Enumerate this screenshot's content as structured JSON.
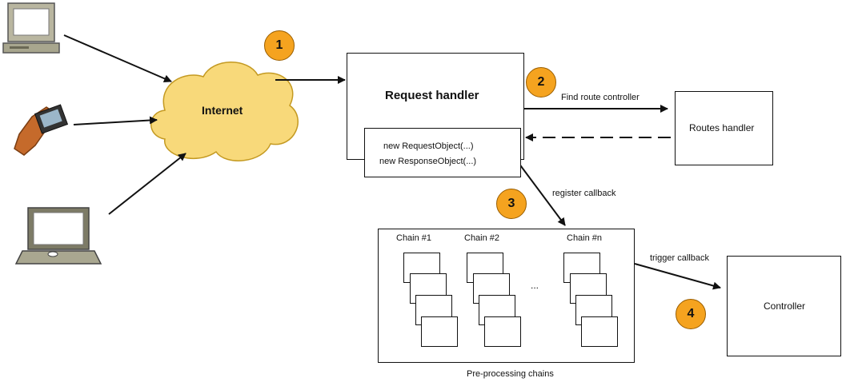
{
  "nodes": {
    "internet": "Internet",
    "request_handler": "Request handler",
    "request_object": "new RequestObject(...)",
    "response_object": "new ResponseObject(...)",
    "routes_handler": "Routes handler",
    "controller": "Controller",
    "chains_caption": "Pre-processing chains",
    "chain_1": "Chain #1",
    "chain_2": "Chain #2",
    "chain_n": "Chain #n",
    "ellipsis": "..."
  },
  "edges": {
    "find_route": "Find route controller",
    "register_callback": "register callback",
    "trigger_callback": "trigger callback"
  },
  "steps": [
    "1",
    "2",
    "3",
    "4"
  ],
  "clients": [
    "desktop-computer-icon",
    "handheld-device-icon",
    "laptop-icon"
  ],
  "colors": {
    "cloud": "#f8d97a",
    "badge": "#f5a31f",
    "stroke": "#111111"
  }
}
